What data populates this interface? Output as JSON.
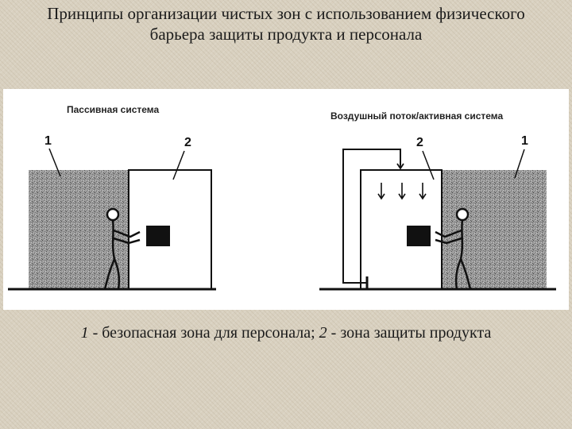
{
  "title": {
    "line1": "Принципы организации чистых зон с использованием физического",
    "line2": "барьера защиты продукта и персонала"
  },
  "diagram": {
    "left": {
      "heading": "Пассивная система",
      "label_1": "1",
      "label_2": "2"
    },
    "right": {
      "heading": "Воздушный поток/активная система",
      "label_1": "1",
      "label_2": "2"
    }
  },
  "caption": {
    "num_1": "1",
    "text_1": " - безопасная зона для персонала; ",
    "num_2": "2",
    "text_2": " - зона защиты продукта"
  }
}
